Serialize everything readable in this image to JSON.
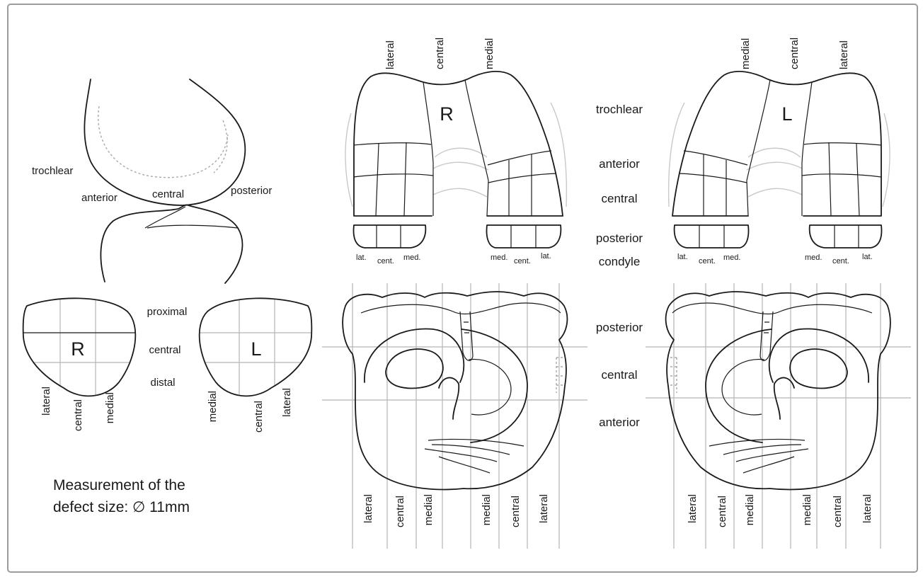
{
  "sagittal_view": {
    "trochlear": "trochlear",
    "anterior": "anterior",
    "central": "central",
    "posterior": "posterior"
  },
  "patella": {
    "right_side": "R",
    "left_side": "L",
    "rows": [
      "proximal",
      "central",
      "distal"
    ],
    "right_columns": [
      "lateral",
      "central",
      "medial"
    ],
    "left_columns": [
      "medial",
      "central",
      "lateral"
    ]
  },
  "measurement": {
    "line1": "Measurement of the",
    "line2": "defect size: ∅ 11mm"
  },
  "femur": {
    "right": {
      "side": "R",
      "columns": [
        "lateral",
        "central",
        "medial"
      ],
      "left_condyle_cells": [
        "lat.",
        "cent.",
        "med."
      ],
      "right_condyle_cells": [
        "med.",
        "cent.",
        "lat."
      ]
    },
    "left": {
      "side": "L",
      "columns": [
        "medial",
        "central",
        "lateral"
      ],
      "left_condyle_cells": [
        "lat.",
        "cent.",
        "med."
      ],
      "right_condyle_cells": [
        "med.",
        "cent.",
        "lat."
      ]
    },
    "zones": [
      "trochlear",
      "anterior",
      "central",
      "posterior",
      "condyle"
    ]
  },
  "tibia": {
    "zones": [
      "posterior",
      "central",
      "anterior"
    ],
    "right_columns": [
      "lateral",
      "central",
      "medial",
      "medial",
      "central",
      "lateral"
    ],
    "left_columns": [
      "lateral",
      "central",
      "medial",
      "medial",
      "central",
      "lateral"
    ]
  },
  "colors": {
    "line": "#1a1a1a",
    "grid": "#b5b5b5",
    "frame": "#9c9c9c",
    "background": "#ffffff"
  }
}
